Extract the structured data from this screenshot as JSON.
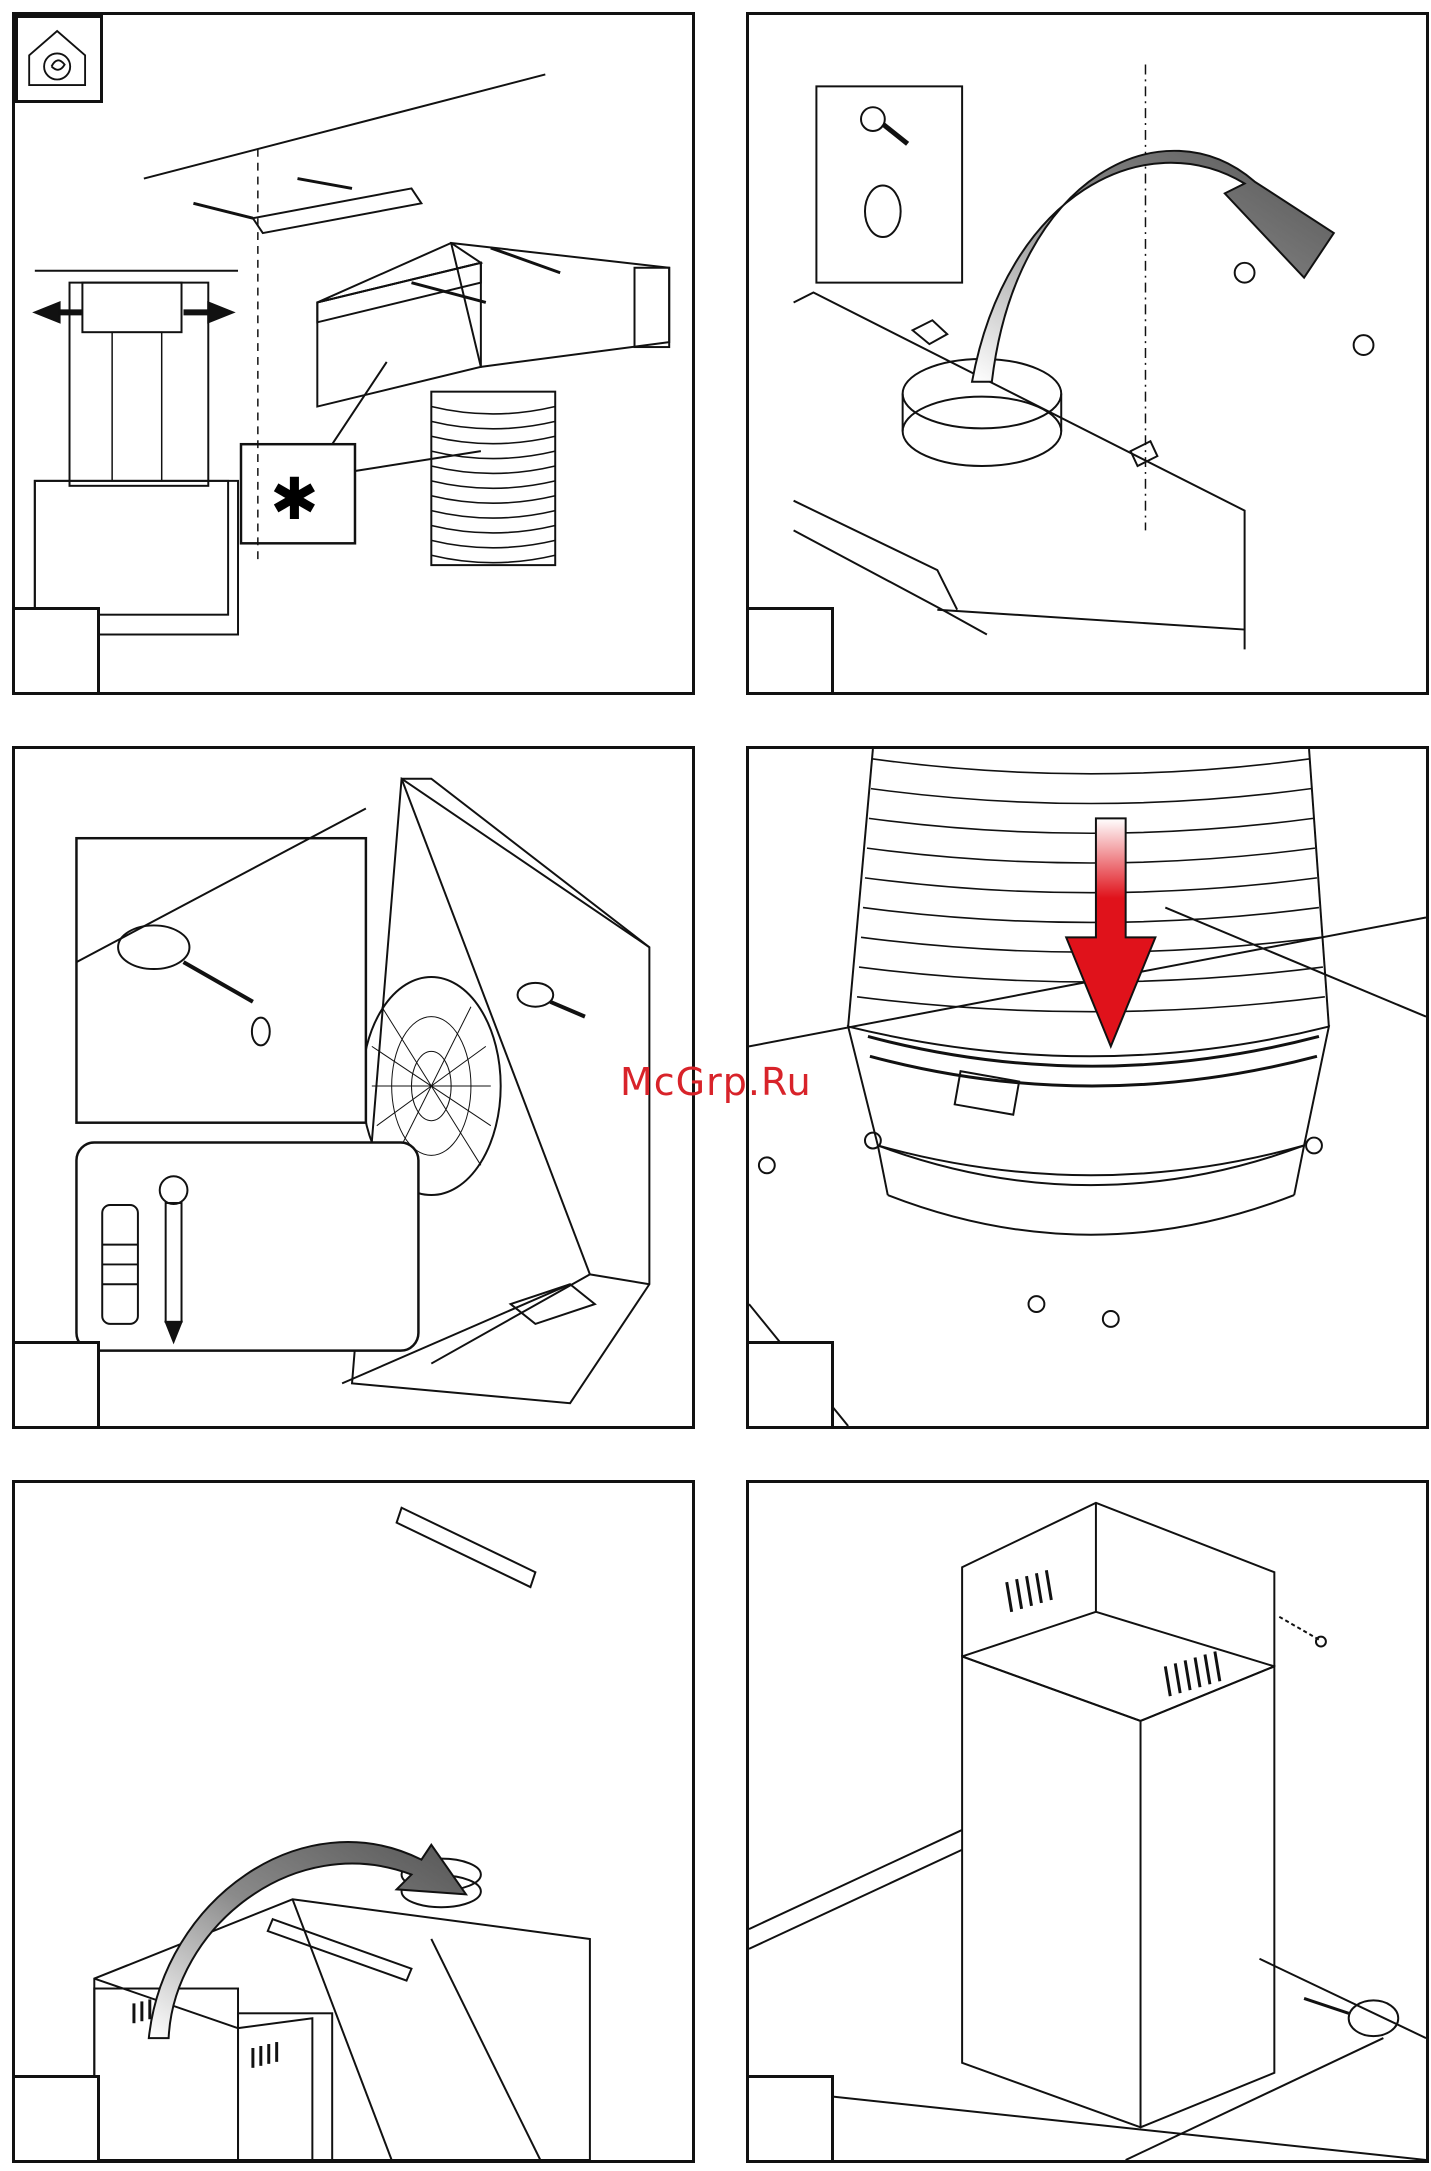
{
  "page": {
    "watermark": "McGrp.Ru",
    "callout_symbol": "✱"
  },
  "colors": {
    "line": "#111111",
    "arrow_grey": "#7a7a7a",
    "arrow_red": "#e0121b",
    "watermark": "#d8232a"
  },
  "icons": {
    "logo": "house-fan-logo-icon",
    "step_marker": "empty-step-number-box"
  },
  "panels": [
    {
      "id": "step-1",
      "content": "wall-bracket-and-duct-adapter"
    },
    {
      "id": "step-2",
      "content": "flange-rotation-on-hood-top"
    },
    {
      "id": "step-3",
      "content": "hood-screw-fixing-with-wall-plugs"
    },
    {
      "id": "step-4",
      "content": "flexible-duct-clamp"
    },
    {
      "id": "step-5",
      "content": "chimney-bracket-and-flange"
    },
    {
      "id": "step-6",
      "content": "chimney-assembly-screws"
    }
  ]
}
